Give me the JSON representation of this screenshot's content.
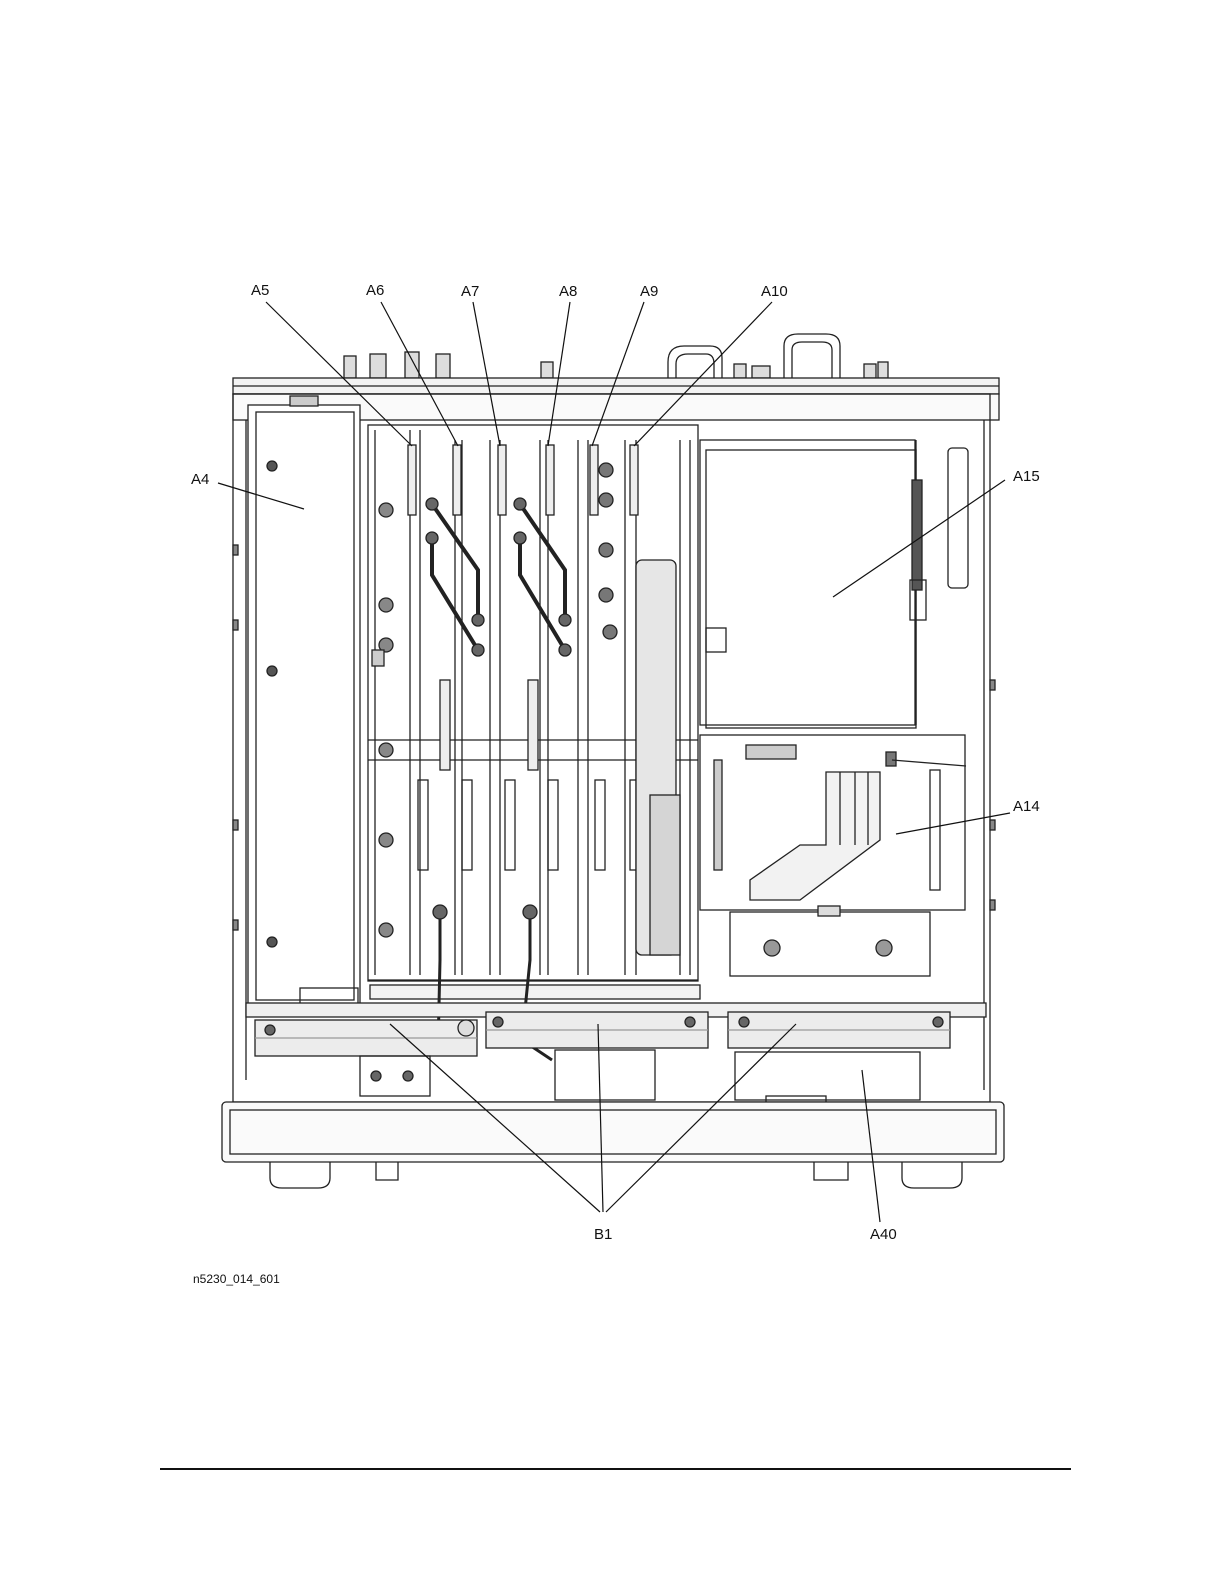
{
  "figure": {
    "callouts": {
      "a4": "A4",
      "a5": "A5",
      "a6": "A6",
      "a7": "A7",
      "a8": "A8",
      "a9": "A9",
      "a10": "A10",
      "a14": "A14",
      "a15": "A15",
      "a40": "A40",
      "b1": "B1"
    },
    "figure_id": "n5230_014_601"
  }
}
